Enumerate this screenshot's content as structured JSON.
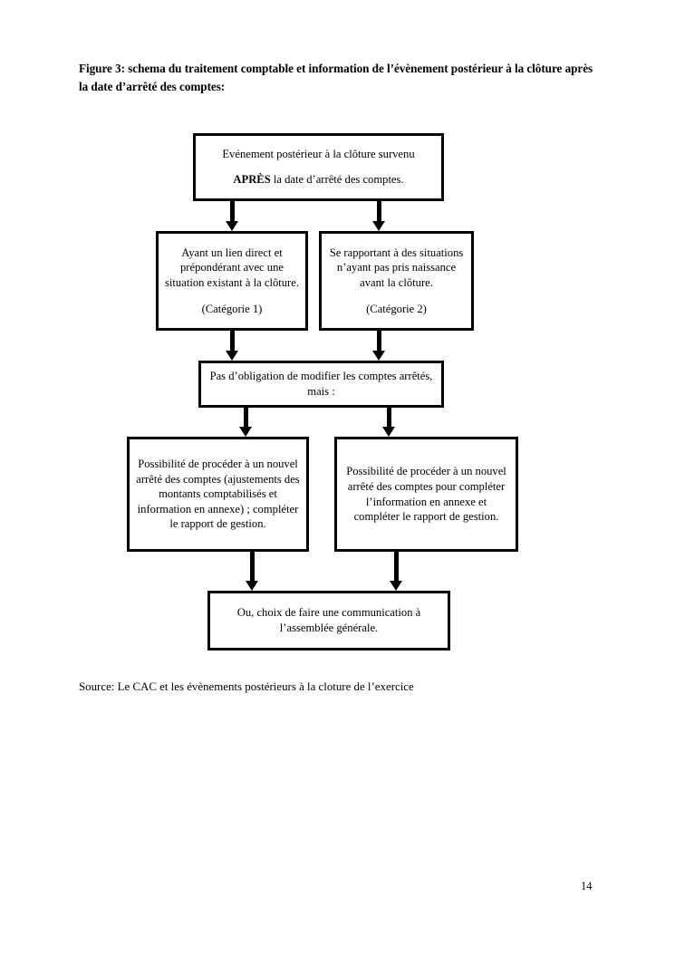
{
  "document": {
    "figure_caption": "Figure 3: schema du traitement comptable et information de l’évènement postérieur à la clôture après la date d’arrêté des comptes:",
    "source_note": "Source: Le CAC et les évènements postérieurs à la cloture de l’exercice",
    "page_number": "14"
  },
  "flowchart": {
    "nodes": {
      "event": {
        "line1": "Evénement postérieur à la clôture survenu",
        "emphasis": "APRÈS",
        "line2_rest": " la date d’arrêté des comptes."
      },
      "category_1": {
        "body": "Ayant un lien direct et prépondérant avec une situation existant à la clôture.",
        "label": "(Catégorie 1)"
      },
      "category_2": {
        "body": "Se rapportant à des situations n’ayant pas pris naissance avant la clôture.",
        "label": "(Catégorie 2)"
      },
      "no_obligation": {
        "body": "Pas d’obligation de modifier les comptes arrêtés, mais :"
      },
      "option_1": {
        "body": "Possibilité de procéder à un nouvel arrêté des comptes (ajustements des montants comptabilisés et information en annexe) ; compléter le rapport de gestion."
      },
      "option_2": {
        "body": "Possibilité de procéder à un nouvel arrêté des comptes pour compléter l’information en annexe et compléter le rapport de gestion."
      },
      "assembly": {
        "body": "Ou, choix de faire une communication à l’assemblée générale."
      }
    },
    "colors": {
      "border": "#000000",
      "fill": "#ffffff",
      "text": "#000000"
    }
  }
}
